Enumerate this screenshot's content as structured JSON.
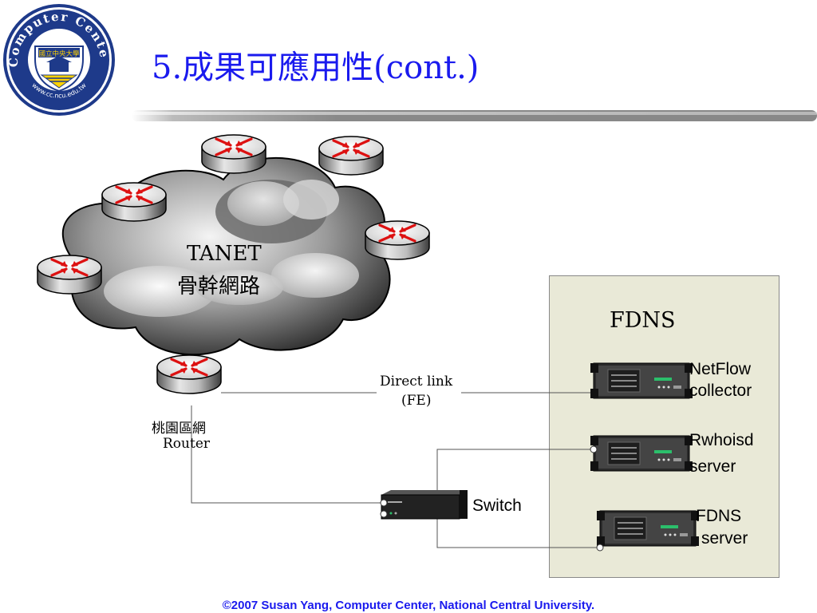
{
  "logo": {
    "ring_text_top": "Computer Center",
    "ring_text_bottom": "www.cc.ncu.edu.tw",
    "seal_text": "國立中央大學"
  },
  "slide": {
    "title": "5.成果可應用性(cont.)",
    "footer": "©2007 Susan Yang, Computer Center, National Central University."
  },
  "diagram": {
    "cloud_label_line1": "TANET",
    "cloud_label_line2": "骨幹網路",
    "router_label_line1": "桃園區網",
    "router_label_line2": "Router",
    "link_label_line1": "Direct link",
    "link_label_line2": "(FE)",
    "switch_label": "Switch",
    "fdns_group_label": "FDNS",
    "servers": [
      {
        "line1": "NetFlow",
        "line2": "collector"
      },
      {
        "line1": "Rwhoisd",
        "line2": "server"
      },
      {
        "line1": "FDNS",
        "line2": "server"
      }
    ]
  },
  "colors": {
    "title": "#1a1aee",
    "footer": "#1a1aee",
    "fdns_box": "#e9e9d7",
    "router_arrows": "#dd1111",
    "logo_ring": "#1e3a8a"
  }
}
